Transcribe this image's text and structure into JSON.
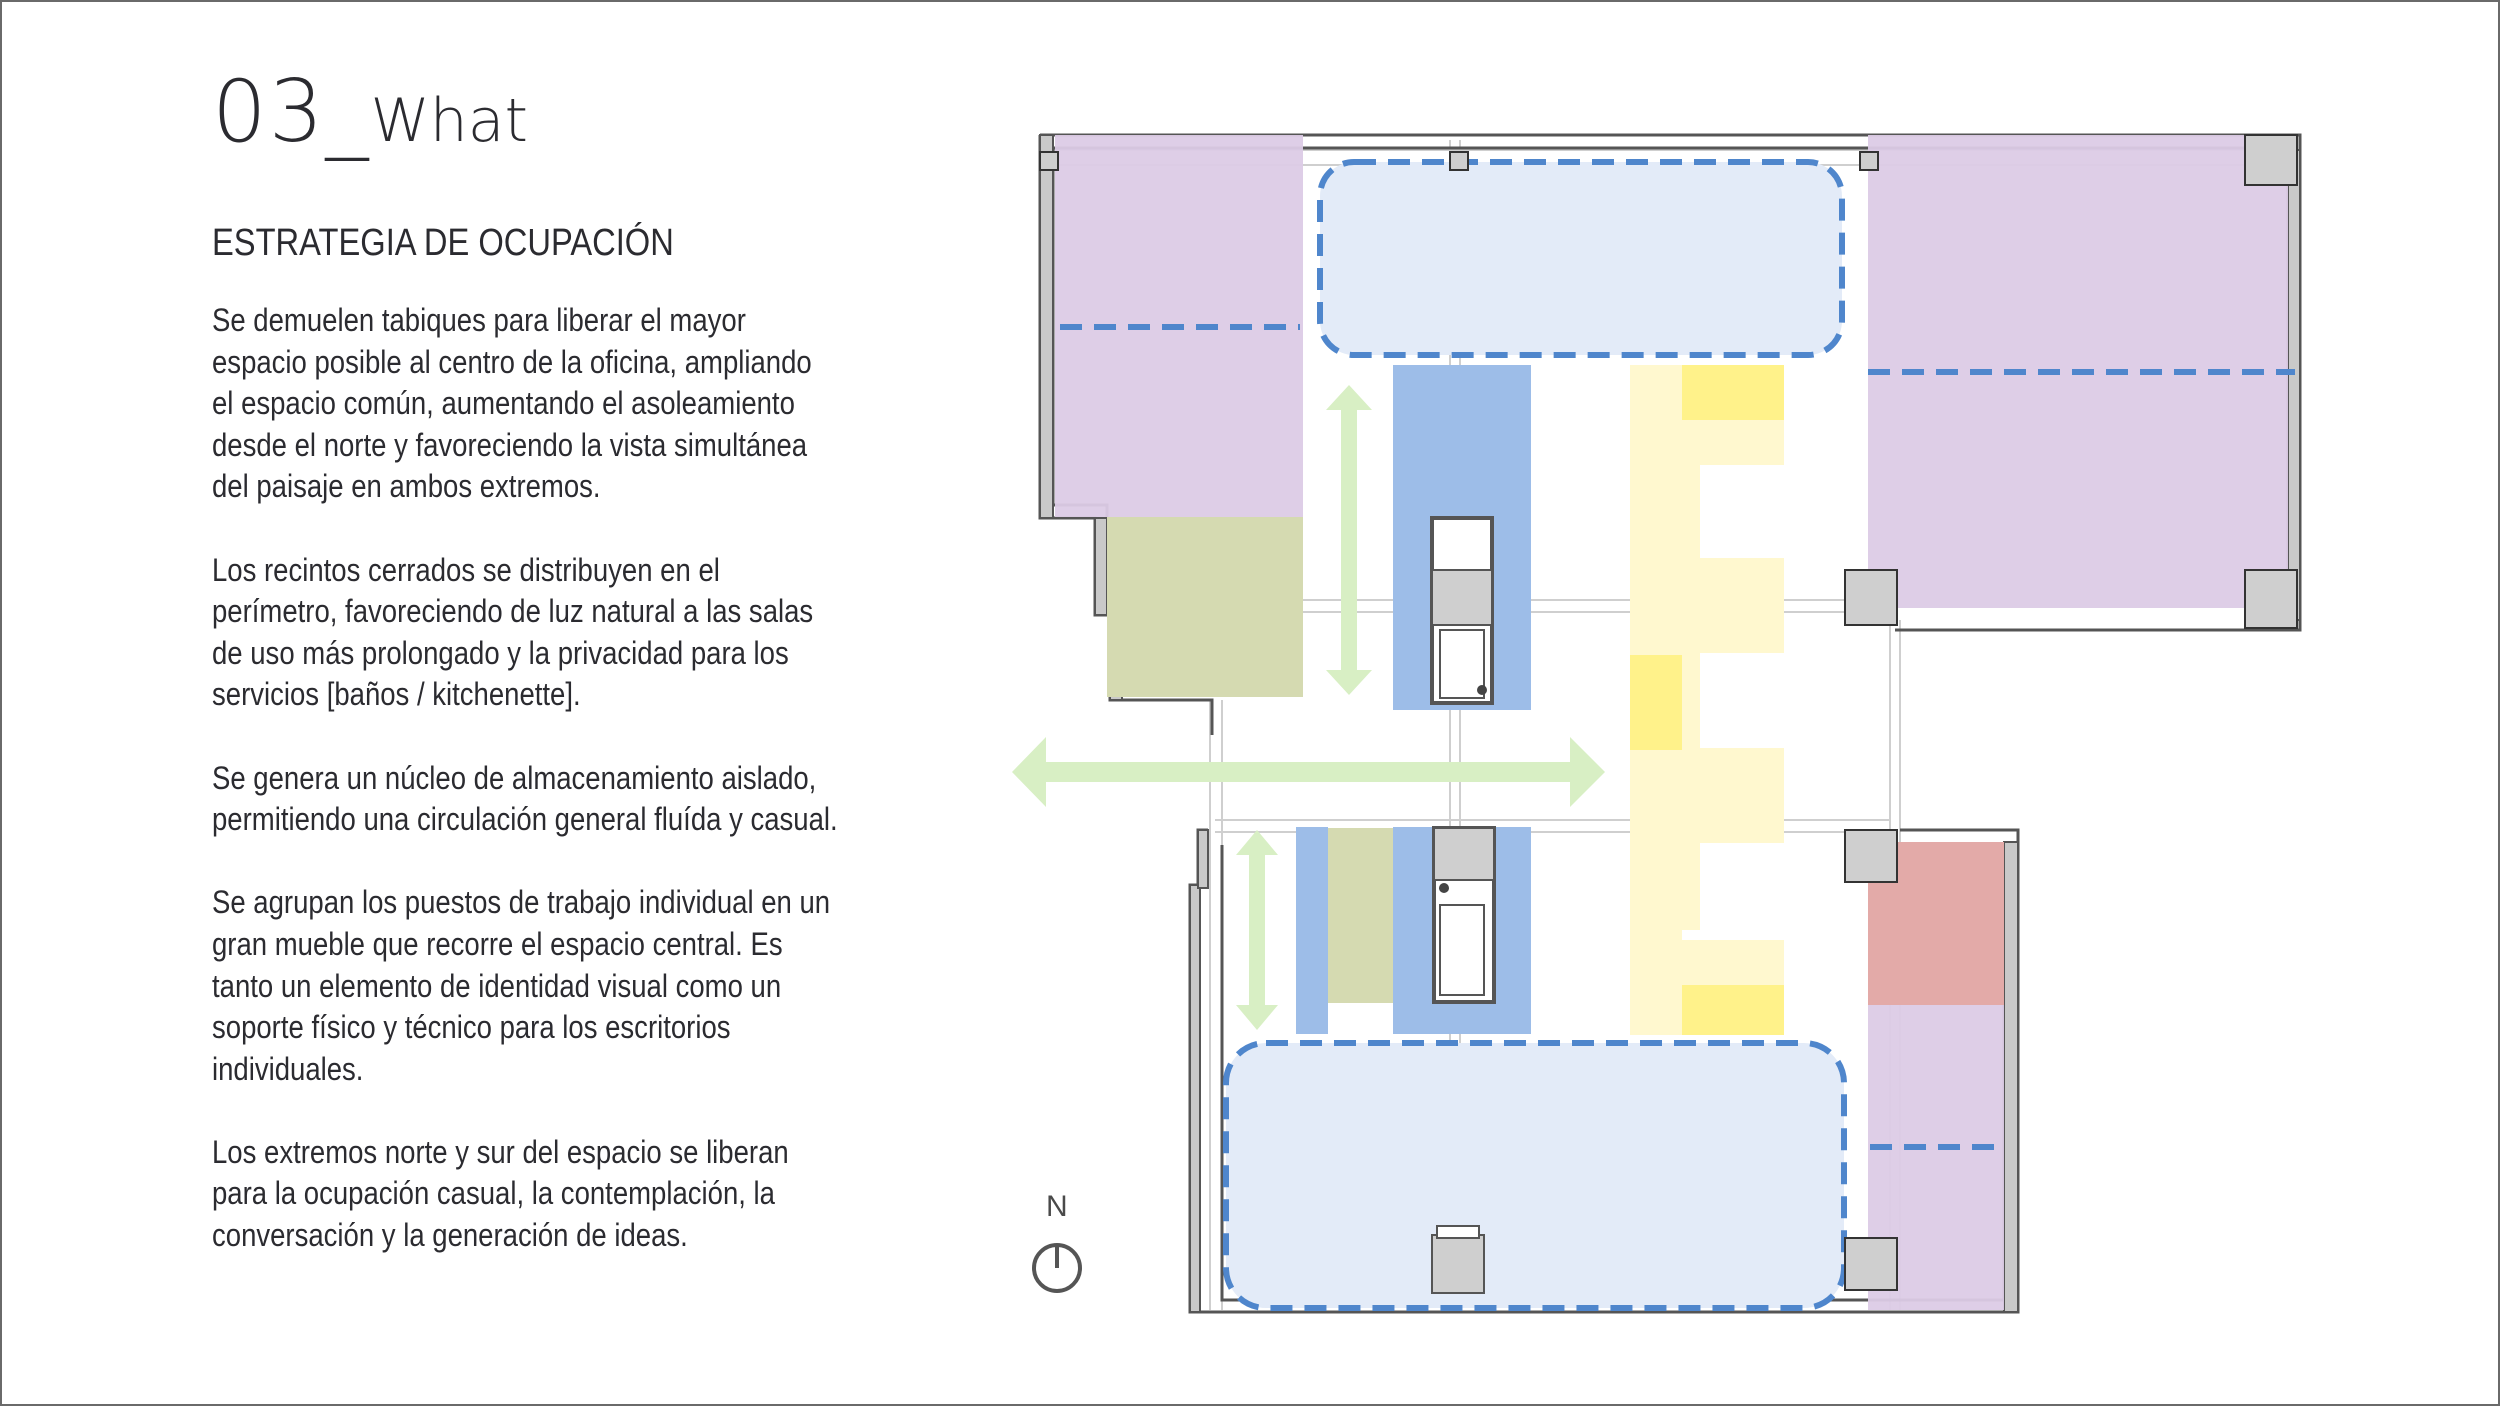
{
  "title": {
    "number": "03",
    "separator": "_",
    "word": "What"
  },
  "heading": "ESTRATEGIA DE OCUPACIÓN",
  "paragraphs": [
    "Se demuelen tabiques para liberar el mayor\nespacio posible al centro de la oficina, ampliando\nel espacio común, aumentando el asoleamiento\ndesde el norte y favoreciendo la vista simultánea\ndel paisaje en ambos extremos.",
    "Los recintos cerrados se distribuyen en el\nperímetro, favoreciendo de luz natural a las salas\nde uso más prolongado y la privacidad para los\nservicios [baños / kitchenette].",
    "Se genera un núcleo de almacenamiento aislado,\npermitiendo una circulación general fluída y casual.",
    "Se agrupan los puestos de trabajo individual en un\ngran mueble que recorre el espacio central. Es\ntanto un elemento de identidad visual como un\nsoporte físico y técnico para los escritorios\nindividuales.",
    "Los extremos norte y sur del espacio se liberan\npara la ocupación casual, la contemplación, la\nconversación y la generación de ideas."
  ],
  "north_label": "N",
  "colors": {
    "text": "#2b2b30",
    "purple_zone": "#dccbe6",
    "green_zone": "#d5dab1",
    "blue_band": "#9dbde8",
    "light_blue_zone": "#e3ebf8",
    "dashed_outline": "#4f86cc",
    "yellow_band": "#fff28a",
    "light_yellow": "#fff8cf",
    "red_zone": "#e3aaa8",
    "arrow_green": "#d8efc4",
    "core_grey": "#cfcfcf"
  }
}
